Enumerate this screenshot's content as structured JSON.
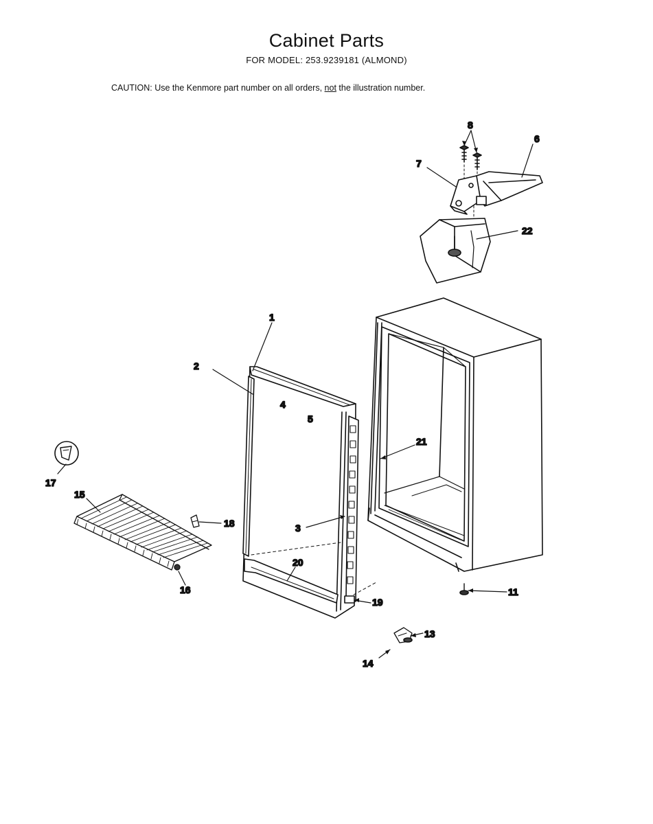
{
  "page": {
    "title": "Cabinet Parts",
    "subtitle": "FOR MODEL: 253.9239181 (ALMOND)",
    "caution": {
      "prefix": "CAUTION:  Use the Kenmore part number on all orders, ",
      "emphasis": "not",
      "suffix": " the illustration number."
    }
  },
  "callouts": {
    "c1": "1",
    "c2": "2",
    "c3": "3",
    "c4": "4",
    "c5": "5",
    "c6": "6",
    "c7": "7",
    "c8": "8",
    "c11": "11",
    "c13": "13",
    "c14": "14",
    "c15": "15",
    "c16": "16",
    "c17": "17",
    "c18": "18",
    "c19": "19",
    "c20": "20",
    "c21": "21",
    "c22": "22"
  }
}
